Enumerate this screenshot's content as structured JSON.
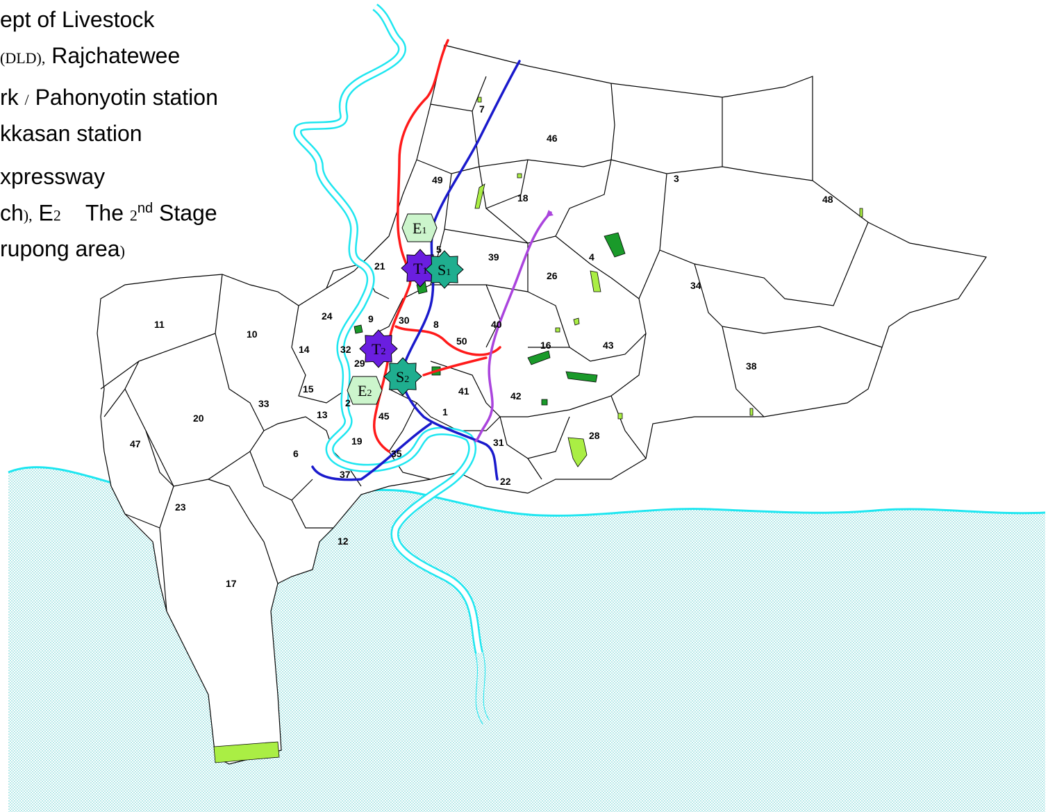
{
  "legend": {
    "line1": "ept of Livestock",
    "line2_a": "(DLD",
    "line2_b": "),",
    "line2_c": " Rajchatewee",
    "line3_a": "rk ",
    "line3_b": "/",
    "line3_c": " Pahonyotin station",
    "line4": "kkasan station",
    "line5": "xpressway",
    "line6_a": "ch",
    "line6_b": "),",
    "line6_c": " E",
    "line6_d": "2",
    "line6_e": "    The ",
    "line6_f": "2",
    "line6_g": "nd",
    "line6_h": " Stage",
    "line7_a": "rupong area",
    "line7_b": ")"
  },
  "markers": [
    {
      "id": "E1",
      "letter": "E",
      "sub": "1",
      "shape": "diamond",
      "color": "#ccf5cc"
    },
    {
      "id": "T1",
      "letter": "T",
      "sub": "1",
      "shape": "star",
      "color": "#6a1ee0"
    },
    {
      "id": "S1",
      "letter": "S",
      "sub": "1",
      "shape": "star",
      "color": "#1fae8f"
    },
    {
      "id": "T2",
      "letter": "T",
      "sub": "2",
      "shape": "star",
      "color": "#6a1ee0"
    },
    {
      "id": "S2",
      "letter": "S",
      "sub": "2",
      "shape": "star",
      "color": "#1fae8f"
    },
    {
      "id": "E2",
      "letter": "E",
      "sub": "2",
      "shape": "diamond",
      "color": "#ccf5cc"
    }
  ],
  "district_numbers": [
    "7",
    "46",
    "49",
    "3",
    "48",
    "18",
    "5",
    "39",
    "4",
    "21",
    "26",
    "34",
    "24",
    "9",
    "30",
    "8",
    "40",
    "11",
    "10",
    "50",
    "16",
    "43",
    "14",
    "32",
    "38",
    "29",
    "41",
    "42",
    "15",
    "33",
    "13",
    "45",
    "20",
    "28",
    "47",
    "19",
    "35",
    "31",
    "6",
    "37",
    "22",
    "23",
    "12",
    "17",
    "1",
    "2"
  ],
  "colors": {
    "river": "#1ee6f0",
    "sea": "#d8f4f4",
    "red_line": "#ff1a1a",
    "blue_line": "#1a1acc",
    "purple_line": "#aa44dd",
    "park_dark": "#1a9a2a",
    "park_light": "#aaee44"
  }
}
